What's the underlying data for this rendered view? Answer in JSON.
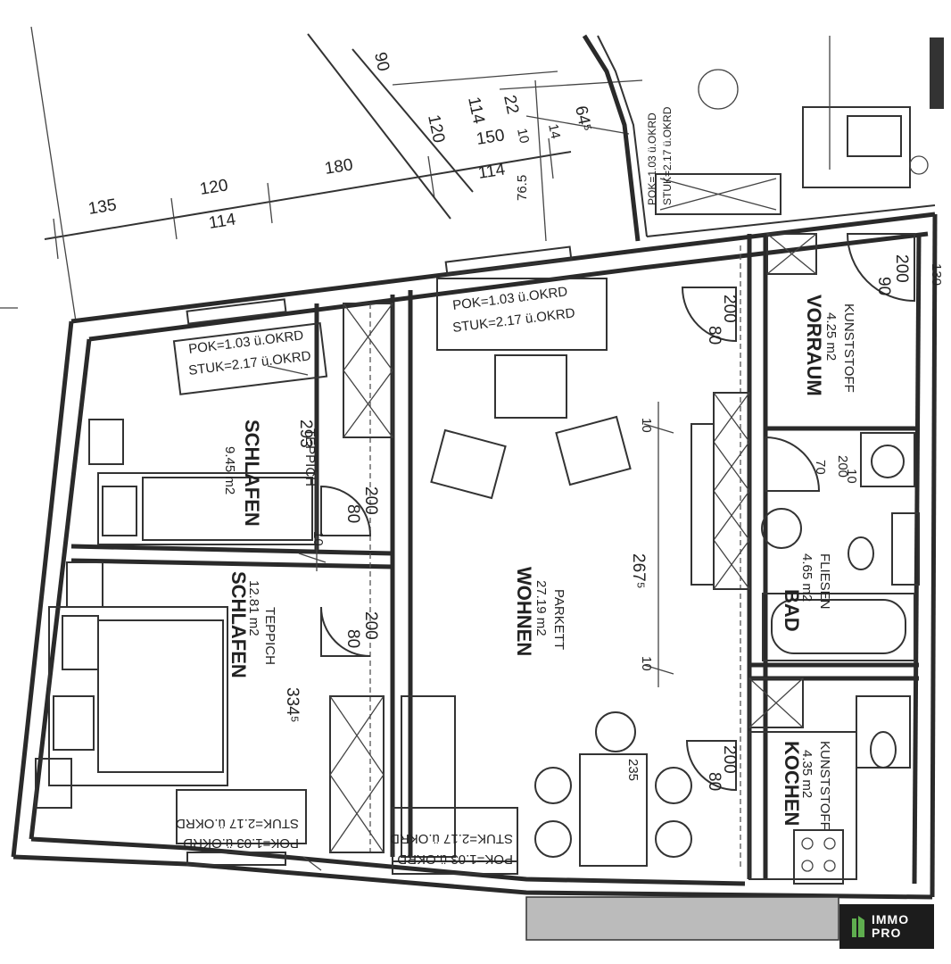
{
  "plan": {
    "rooms": [
      {
        "id": "schlafen-1",
        "name": "SCHLAFEN",
        "area": "9.45 m2",
        "floor": "TEPPICH",
        "dim": "293"
      },
      {
        "id": "schlafen-2",
        "name": "SCHLAFEN",
        "area": "12.81 m2",
        "floor": "TEPPICH",
        "dim": "334⁵"
      },
      {
        "id": "wohnen",
        "name": "WOHNEN",
        "area": "27.19 m2",
        "floor": "PARKETT",
        "dim": "267⁵"
      },
      {
        "id": "vorraum",
        "name": "VORRAUM",
        "area": "4.25 m2",
        "floor": "KUNSTSTOFF"
      },
      {
        "id": "bad",
        "name": "BAD",
        "area": "4.65 m2",
        "floor": "FLIESEN"
      },
      {
        "id": "kochen",
        "name": "KOCHEN",
        "area": "4.35 m2",
        "floor": "KUNSTSTOFF"
      }
    ],
    "window_notes": {
      "top_left": [
        "POK=1.03 ü.OKRD",
        "STUK=2.17 ü.OKRD"
      ],
      "top_mid": [
        "POK=1.03 ü.OKRD",
        "STUK=2.17 ü.OKRD"
      ],
      "top_right": [
        "POK=1.03 ü.OKRD",
        "STUK=2.17 ü.OKRD"
      ],
      "bottom_left": [
        "POK=1.03 ü.OKRD",
        "STUK=2.17 ü.OKRD"
      ],
      "bottom_mid": [
        "POK=1.03 ü.OKRD",
        "STUK=2.17 ü.OKRD"
      ]
    },
    "dimensions": {
      "top_1": "135",
      "top_2": "120",
      "top_2b": "114",
      "top_3": "180",
      "top_4": "150",
      "top_4b": "114",
      "diag_1": "90",
      "diag_2": "120",
      "diag_3": "114",
      "diag_4": "22",
      "diag_5": "10",
      "diag_6": "14",
      "diag_7": "64⁵",
      "diag_8": "76.5",
      "door_1": "200",
      "door_1b": "80",
      "door_2": "200",
      "door_2b": "90",
      "door_3": "200",
      "door_3b": "80",
      "door_4": "200",
      "door_4b": "80",
      "door_5": "200",
      "door_5b": "80",
      "door_6": "200",
      "door_6b": "70",
      "wall_1": "10",
      "wall_2": "10",
      "wall_3": "10",
      "wall_4": "10",
      "table": "235",
      "edge": "130"
    }
  },
  "logo": {
    "line1": "IMMO",
    "line2": "PRO"
  },
  "colors": {
    "ink": "#2a2a2a",
    "brand_green": "#5fae4f",
    "logo_bg": "#1c1c1c"
  }
}
